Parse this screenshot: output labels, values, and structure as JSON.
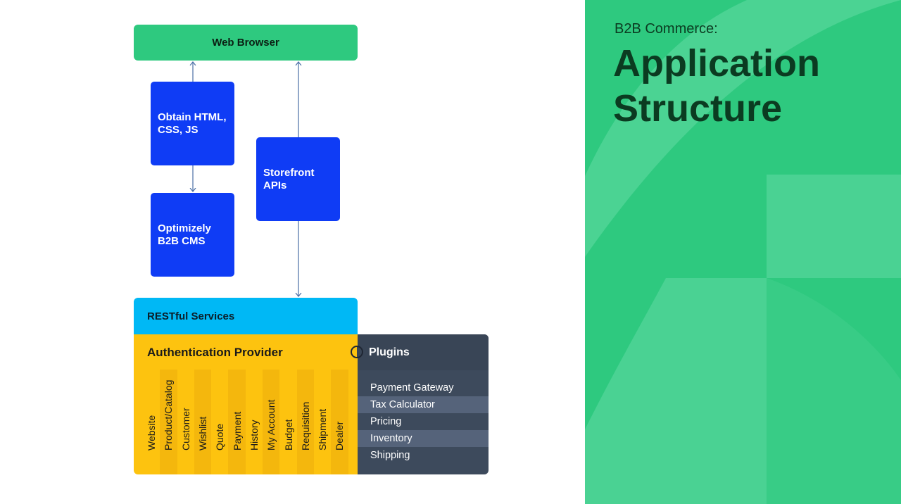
{
  "slide": {
    "subtitle": "B2B Commerce:",
    "title_line1": "Application",
    "title_line2": "Structure"
  },
  "diagram": {
    "web_browser": "Web Browser",
    "obtain": "Obtain HTML, CSS, JS",
    "storefront": "Storefront APIs",
    "cms": "Optimizely B2B CMS",
    "restful": "RESTful Services",
    "auth_provider": "Authentication Provider",
    "auth_items": [
      "Website",
      "Product/Catalog",
      "Customer",
      "Wishlist",
      "Quote",
      "Payment",
      "History",
      "My Account",
      "Budget",
      "Requisition",
      "Shipment",
      "Dealer"
    ],
    "plugins_title": "Plugins",
    "plugins": [
      "Payment Gateway",
      "Tax Calculator",
      "Pricing",
      "Inventory",
      "Shipping"
    ]
  },
  "colors": {
    "green": "#2ec97f",
    "blue": "#0f3cf5",
    "cyan": "#00b8f5",
    "yellow": "#fdc30f",
    "slate": "#3d4a5c",
    "title_dark": "#0b3b21"
  }
}
